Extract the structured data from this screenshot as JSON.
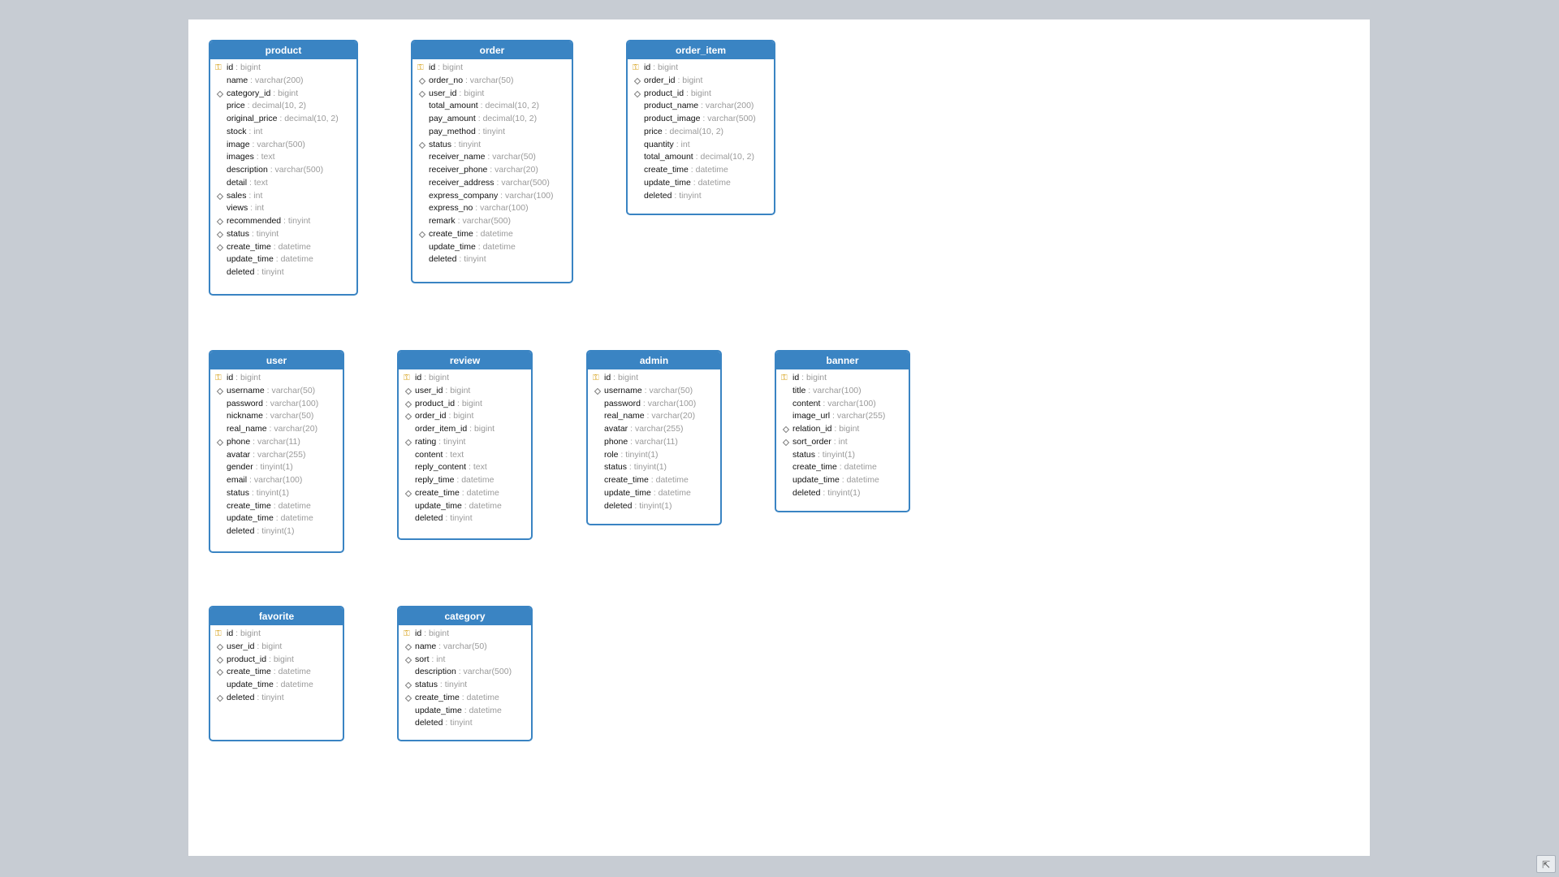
{
  "colors": {
    "header": "#3a84c3",
    "key": "#d6a018",
    "type_text": "#9a9a9a"
  },
  "icons": {
    "primary_key": "key-icon",
    "index": "diamond-icon",
    "expand": "expand-icon"
  },
  "tables": [
    {
      "id": "product",
      "name": "product",
      "fields": [
        {
          "name": "id",
          "type": "bigint",
          "marker": "pk"
        },
        {
          "name": "name",
          "type": "varchar(200)",
          "marker": ""
        },
        {
          "name": "category_id",
          "type": "bigint",
          "marker": "index"
        },
        {
          "name": "price",
          "type": "decimal(10, 2)",
          "marker": ""
        },
        {
          "name": "original_price",
          "type": "decimal(10, 2)",
          "marker": ""
        },
        {
          "name": "stock",
          "type": "int",
          "marker": ""
        },
        {
          "name": "image",
          "type": "varchar(500)",
          "marker": ""
        },
        {
          "name": "images",
          "type": "text",
          "marker": ""
        },
        {
          "name": "description",
          "type": "varchar(500)",
          "marker": ""
        },
        {
          "name": "detail",
          "type": "text",
          "marker": ""
        },
        {
          "name": "sales",
          "type": "int",
          "marker": "index"
        },
        {
          "name": "views",
          "type": "int",
          "marker": ""
        },
        {
          "name": "recommended",
          "type": "tinyint",
          "marker": "index"
        },
        {
          "name": "status",
          "type": "tinyint",
          "marker": "index"
        },
        {
          "name": "create_time",
          "type": "datetime",
          "marker": "index"
        },
        {
          "name": "update_time",
          "type": "datetime",
          "marker": ""
        },
        {
          "name": "deleted",
          "type": "tinyint",
          "marker": ""
        }
      ]
    },
    {
      "id": "order",
      "name": "order",
      "fields": [
        {
          "name": "id",
          "type": "bigint",
          "marker": "pk"
        },
        {
          "name": "order_no",
          "type": "varchar(50)",
          "marker": "index"
        },
        {
          "name": "user_id",
          "type": "bigint",
          "marker": "index"
        },
        {
          "name": "total_amount",
          "type": "decimal(10, 2)",
          "marker": ""
        },
        {
          "name": "pay_amount",
          "type": "decimal(10, 2)",
          "marker": ""
        },
        {
          "name": "pay_method",
          "type": "tinyint",
          "marker": ""
        },
        {
          "name": "status",
          "type": "tinyint",
          "marker": "index"
        },
        {
          "name": "receiver_name",
          "type": "varchar(50)",
          "marker": ""
        },
        {
          "name": "receiver_phone",
          "type": "varchar(20)",
          "marker": ""
        },
        {
          "name": "receiver_address",
          "type": "varchar(500)",
          "marker": ""
        },
        {
          "name": "express_company",
          "type": "varchar(100)",
          "marker": ""
        },
        {
          "name": "express_no",
          "type": "varchar(100)",
          "marker": ""
        },
        {
          "name": "remark",
          "type": "varchar(500)",
          "marker": ""
        },
        {
          "name": "create_time",
          "type": "datetime",
          "marker": "index"
        },
        {
          "name": "update_time",
          "type": "datetime",
          "marker": ""
        },
        {
          "name": "deleted",
          "type": "tinyint",
          "marker": ""
        }
      ]
    },
    {
      "id": "order_item",
      "name": "order_item",
      "fields": [
        {
          "name": "id",
          "type": "bigint",
          "marker": "pk"
        },
        {
          "name": "order_id",
          "type": "bigint",
          "marker": "index"
        },
        {
          "name": "product_id",
          "type": "bigint",
          "marker": "index"
        },
        {
          "name": "product_name",
          "type": "varchar(200)",
          "marker": ""
        },
        {
          "name": "product_image",
          "type": "varchar(500)",
          "marker": ""
        },
        {
          "name": "price",
          "type": "decimal(10, 2)",
          "marker": ""
        },
        {
          "name": "quantity",
          "type": "int",
          "marker": ""
        },
        {
          "name": "total_amount",
          "type": "decimal(10, 2)",
          "marker": ""
        },
        {
          "name": "create_time",
          "type": "datetime",
          "marker": ""
        },
        {
          "name": "update_time",
          "type": "datetime",
          "marker": ""
        },
        {
          "name": "deleted",
          "type": "tinyint",
          "marker": ""
        }
      ]
    },
    {
      "id": "user",
      "name": "user",
      "fields": [
        {
          "name": "id",
          "type": "bigint",
          "marker": "pk"
        },
        {
          "name": "username",
          "type": "varchar(50)",
          "marker": "index"
        },
        {
          "name": "password",
          "type": "varchar(100)",
          "marker": ""
        },
        {
          "name": "nickname",
          "type": "varchar(50)",
          "marker": ""
        },
        {
          "name": "real_name",
          "type": "varchar(20)",
          "marker": ""
        },
        {
          "name": "phone",
          "type": "varchar(11)",
          "marker": "index"
        },
        {
          "name": "avatar",
          "type": "varchar(255)",
          "marker": ""
        },
        {
          "name": "gender",
          "type": "tinyint(1)",
          "marker": ""
        },
        {
          "name": "email",
          "type": "varchar(100)",
          "marker": ""
        },
        {
          "name": "status",
          "type": "tinyint(1)",
          "marker": ""
        },
        {
          "name": "create_time",
          "type": "datetime",
          "marker": ""
        },
        {
          "name": "update_time",
          "type": "datetime",
          "marker": ""
        },
        {
          "name": "deleted",
          "type": "tinyint(1)",
          "marker": ""
        }
      ]
    },
    {
      "id": "review",
      "name": "review",
      "fields": [
        {
          "name": "id",
          "type": "bigint",
          "marker": "pk"
        },
        {
          "name": "user_id",
          "type": "bigint",
          "marker": "index"
        },
        {
          "name": "product_id",
          "type": "bigint",
          "marker": "index"
        },
        {
          "name": "order_id",
          "type": "bigint",
          "marker": "index"
        },
        {
          "name": "order_item_id",
          "type": "bigint",
          "marker": ""
        },
        {
          "name": "rating",
          "type": "tinyint",
          "marker": "index"
        },
        {
          "name": "content",
          "type": "text",
          "marker": ""
        },
        {
          "name": "reply_content",
          "type": "text",
          "marker": ""
        },
        {
          "name": "reply_time",
          "type": "datetime",
          "marker": ""
        },
        {
          "name": "create_time",
          "type": "datetime",
          "marker": "index"
        },
        {
          "name": "update_time",
          "type": "datetime",
          "marker": ""
        },
        {
          "name": "deleted",
          "type": "tinyint",
          "marker": ""
        }
      ]
    },
    {
      "id": "admin",
      "name": "admin",
      "fields": [
        {
          "name": "id",
          "type": "bigint",
          "marker": "pk"
        },
        {
          "name": "username",
          "type": "varchar(50)",
          "marker": "index"
        },
        {
          "name": "password",
          "type": "varchar(100)",
          "marker": ""
        },
        {
          "name": "real_name",
          "type": "varchar(20)",
          "marker": ""
        },
        {
          "name": "avatar",
          "type": "varchar(255)",
          "marker": ""
        },
        {
          "name": "phone",
          "type": "varchar(11)",
          "marker": ""
        },
        {
          "name": "role",
          "type": "tinyint(1)",
          "marker": ""
        },
        {
          "name": "status",
          "type": "tinyint(1)",
          "marker": ""
        },
        {
          "name": "create_time",
          "type": "datetime",
          "marker": ""
        },
        {
          "name": "update_time",
          "type": "datetime",
          "marker": ""
        },
        {
          "name": "deleted",
          "type": "tinyint(1)",
          "marker": ""
        }
      ]
    },
    {
      "id": "banner",
      "name": "banner",
      "fields": [
        {
          "name": "id",
          "type": "bigint",
          "marker": "pk"
        },
        {
          "name": "title",
          "type": "varchar(100)",
          "marker": ""
        },
        {
          "name": "content",
          "type": "varchar(100)",
          "marker": ""
        },
        {
          "name": "image_url",
          "type": "varchar(255)",
          "marker": ""
        },
        {
          "name": "relation_id",
          "type": "bigint",
          "marker": "index"
        },
        {
          "name": "sort_order",
          "type": "int",
          "marker": "index"
        },
        {
          "name": "status",
          "type": "tinyint(1)",
          "marker": ""
        },
        {
          "name": "create_time",
          "type": "datetime",
          "marker": ""
        },
        {
          "name": "update_time",
          "type": "datetime",
          "marker": ""
        },
        {
          "name": "deleted",
          "type": "tinyint(1)",
          "marker": ""
        }
      ]
    },
    {
      "id": "favorite",
      "name": "favorite",
      "fields": [
        {
          "name": "id",
          "type": "bigint",
          "marker": "pk"
        },
        {
          "name": "user_id",
          "type": "bigint",
          "marker": "index"
        },
        {
          "name": "product_id",
          "type": "bigint",
          "marker": "index"
        },
        {
          "name": "create_time",
          "type": "datetime",
          "marker": "index"
        },
        {
          "name": "update_time",
          "type": "datetime",
          "marker": ""
        },
        {
          "name": "deleted",
          "type": "tinyint",
          "marker": "index"
        }
      ]
    },
    {
      "id": "category",
      "name": "category",
      "fields": [
        {
          "name": "id",
          "type": "bigint",
          "marker": "pk"
        },
        {
          "name": "name",
          "type": "varchar(50)",
          "marker": "index"
        },
        {
          "name": "sort",
          "type": "int",
          "marker": "index"
        },
        {
          "name": "description",
          "type": "varchar(500)",
          "marker": ""
        },
        {
          "name": "status",
          "type": "tinyint",
          "marker": "index"
        },
        {
          "name": "create_time",
          "type": "datetime",
          "marker": "index"
        },
        {
          "name": "update_time",
          "type": "datetime",
          "marker": ""
        },
        {
          "name": "deleted",
          "type": "tinyint",
          "marker": ""
        }
      ]
    }
  ]
}
